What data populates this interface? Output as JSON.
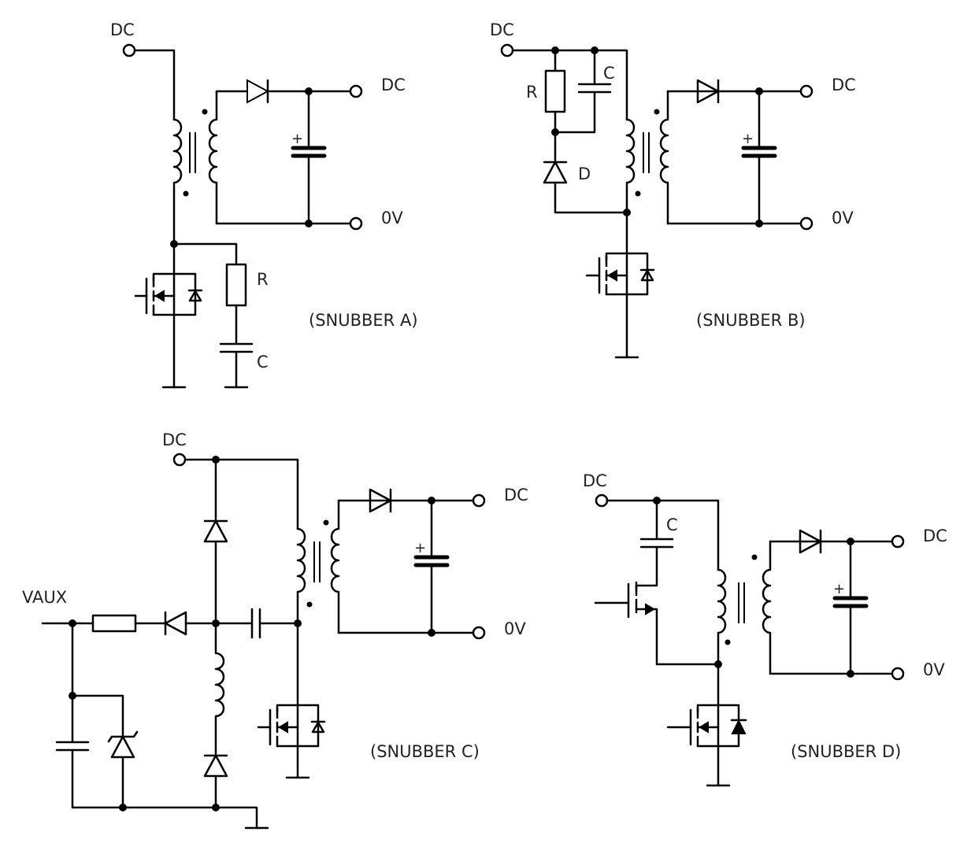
{
  "snubber_a": {
    "caption": "(SNUBBER A)",
    "dc_in": "DC",
    "dc_out": "DC",
    "ov_out": "0V",
    "r_label": "R",
    "c_label": "C",
    "cap_plus": "+"
  },
  "snubber_b": {
    "caption": "(SNUBBER B)",
    "dc_in": "DC",
    "dc_out": "DC",
    "ov_out": "0V",
    "r_label": "R",
    "c_label": "C",
    "d_label": "D",
    "cap_plus": "+"
  },
  "snubber_c": {
    "caption": "(SNUBBER C)",
    "dc_in": "DC",
    "dc_out": "DC",
    "ov_out": "0V",
    "vaux": "VAUX",
    "cap_plus": "+"
  },
  "snubber_d": {
    "caption": "(SNUBBER D)",
    "dc_in": "DC",
    "dc_out": "DC",
    "ov_out": "0V",
    "c_label": "C",
    "cap_plus": "+"
  }
}
